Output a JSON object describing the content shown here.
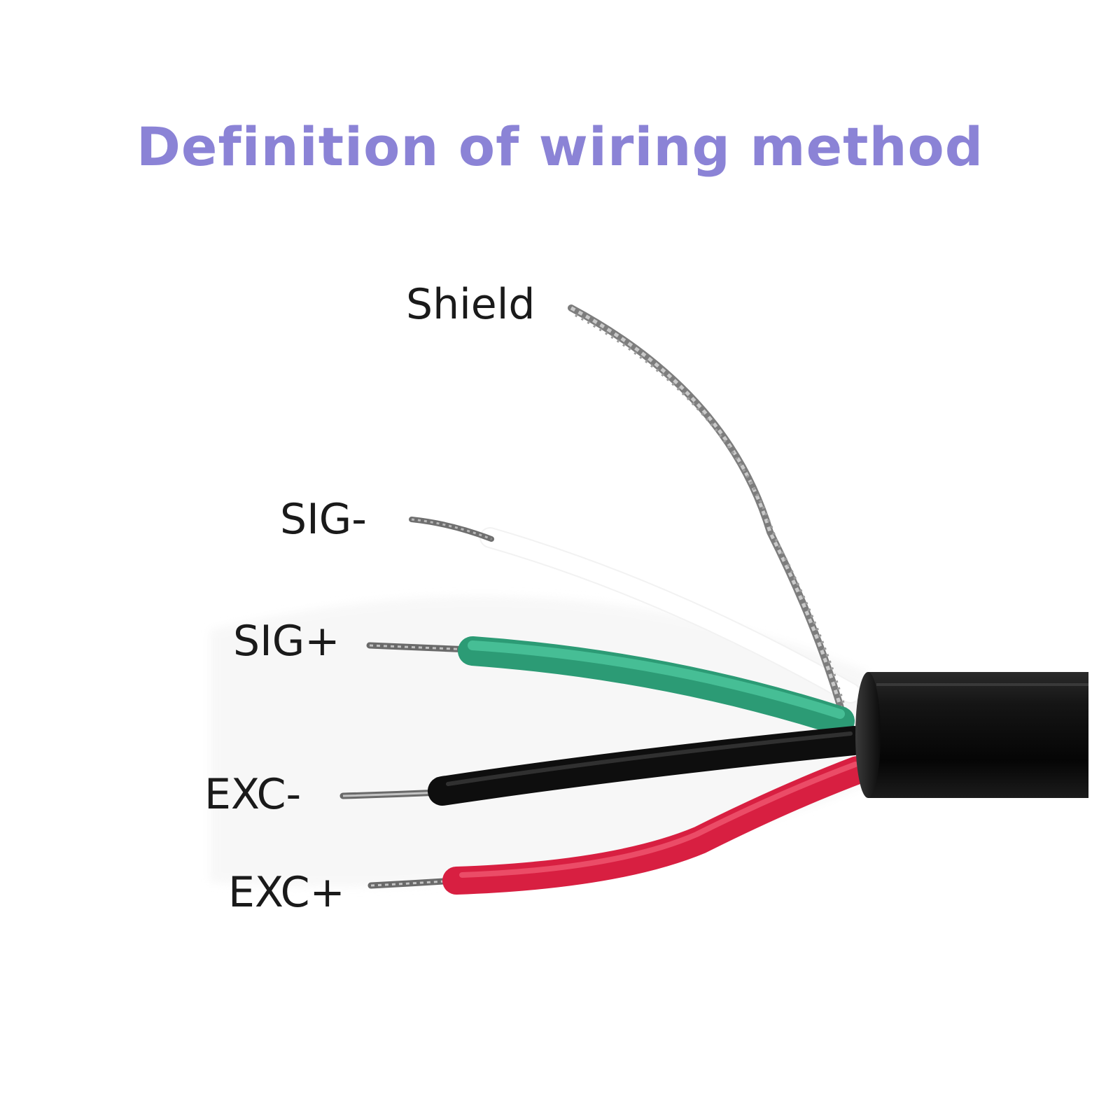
{
  "title": "Definition of wiring method",
  "colors": {
    "title": "#8b83d6",
    "shield_wire": "#9a9a9a",
    "sig_minus_insulation": "#ffffff",
    "sig_plus_insulation": "#3bb58e",
    "exc_minus_insulation": "#111111",
    "exc_plus_insulation": "#e8274b",
    "cable_jacket": "#0d0d0d",
    "copper_strands": "#8a8a8a"
  },
  "wires": [
    {
      "label": "Shield",
      "color": "silver braid"
    },
    {
      "label": "SIG-",
      "color": "white"
    },
    {
      "label": "SIG+",
      "color": "green"
    },
    {
      "label": "EXC-",
      "color": "black"
    },
    {
      "label": "EXC+",
      "color": "red"
    }
  ]
}
